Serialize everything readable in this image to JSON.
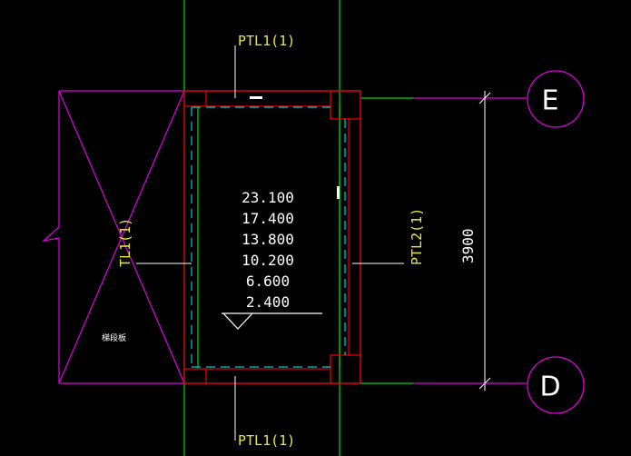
{
  "beam_labels": {
    "top": "PTL1(1)",
    "bottom": "PTL1(1)",
    "left": "TL1(1)",
    "right": "PTL2(1)"
  },
  "elevations": [
    "23.100",
    "17.400",
    "13.800",
    "10.200",
    "6.600",
    "2.400"
  ],
  "axis_labels": {
    "top": "E",
    "bottom": "D"
  },
  "dimension": "3900",
  "stair_note": "梯段板",
  "colors": {
    "background": "#000000",
    "magenta": "#e000e0",
    "green": "#00d800",
    "red": "#e00000",
    "cyan": "#00c8e0",
    "yellow_text": "#e8e84a",
    "white": "#ffffff"
  }
}
